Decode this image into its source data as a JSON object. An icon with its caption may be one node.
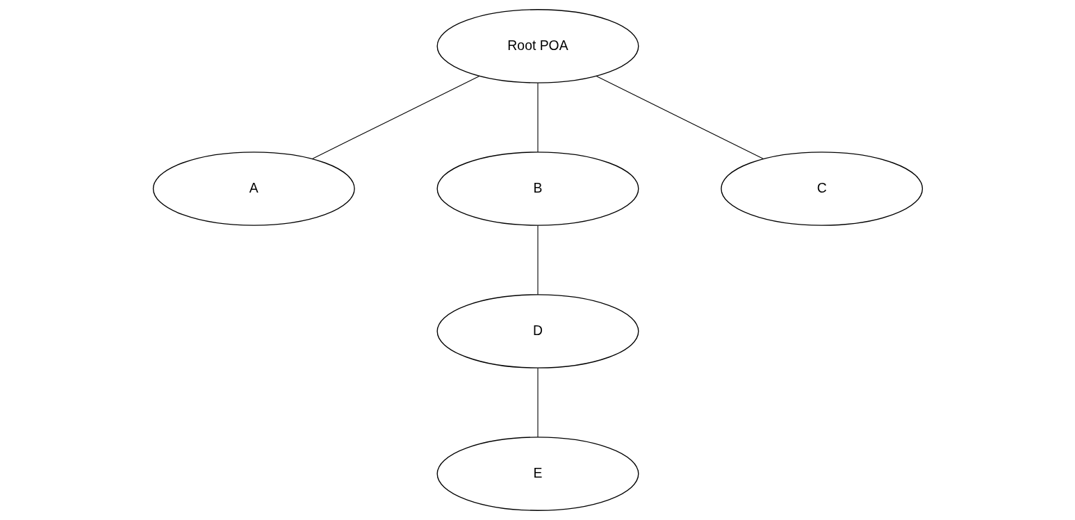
{
  "diagram": {
    "nodes": [
      {
        "text": [
          "Root POA"
        ]
      },
      {
        "text": [
          "A"
        ]
      },
      {
        "text": [
          "B"
        ]
      },
      {
        "text": [
          "C"
        ]
      },
      {
        "text": [
          "D"
        ]
      },
      {
        "text": [
          "E"
        ]
      }
    ],
    "edges": [
      {
        "from": 0,
        "to": 1,
        "arrow": "none"
      },
      {
        "from": 0,
        "to": 2,
        "arrow": "none"
      },
      {
        "from": 0,
        "to": 3,
        "arrow": "none"
      },
      {
        "from": 2,
        "to": 4,
        "arrow": "none"
      },
      {
        "from": 4,
        "to": 5,
        "arrow": "none"
      }
    ]
  }
}
